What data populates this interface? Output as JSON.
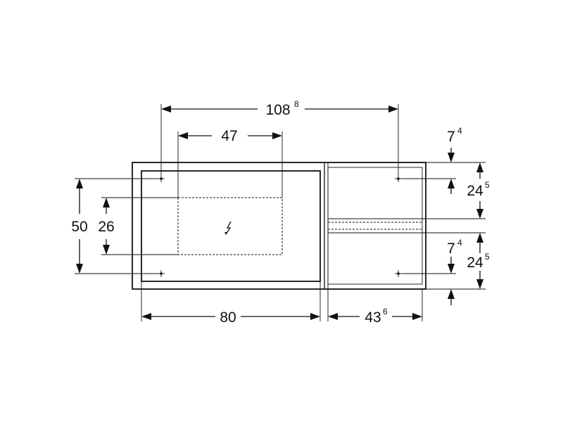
{
  "dimensions": {
    "overall_hole_spacing": {
      "main": "108",
      "sup": "8"
    },
    "box_width": {
      "main": "47",
      "sup": ""
    },
    "height_outer": {
      "main": "50",
      "sup": ""
    },
    "height_inner": {
      "main": "26",
      "sup": ""
    },
    "mirror_width": {
      "main": "80",
      "sup": ""
    },
    "cabinet_width": {
      "main": "43",
      "sup": "6"
    },
    "top_offset_upper": {
      "main": "7",
      "sup": "4"
    },
    "upper_height": {
      "main": "24",
      "sup": "5"
    },
    "top_offset_lower": {
      "main": "7",
      "sup": "4"
    },
    "lower_height": {
      "main": "24",
      "sup": "5"
    }
  },
  "symbols": {
    "electrical": "lightning-bolt-icon",
    "mounting_points": "mounting-point-icon"
  }
}
